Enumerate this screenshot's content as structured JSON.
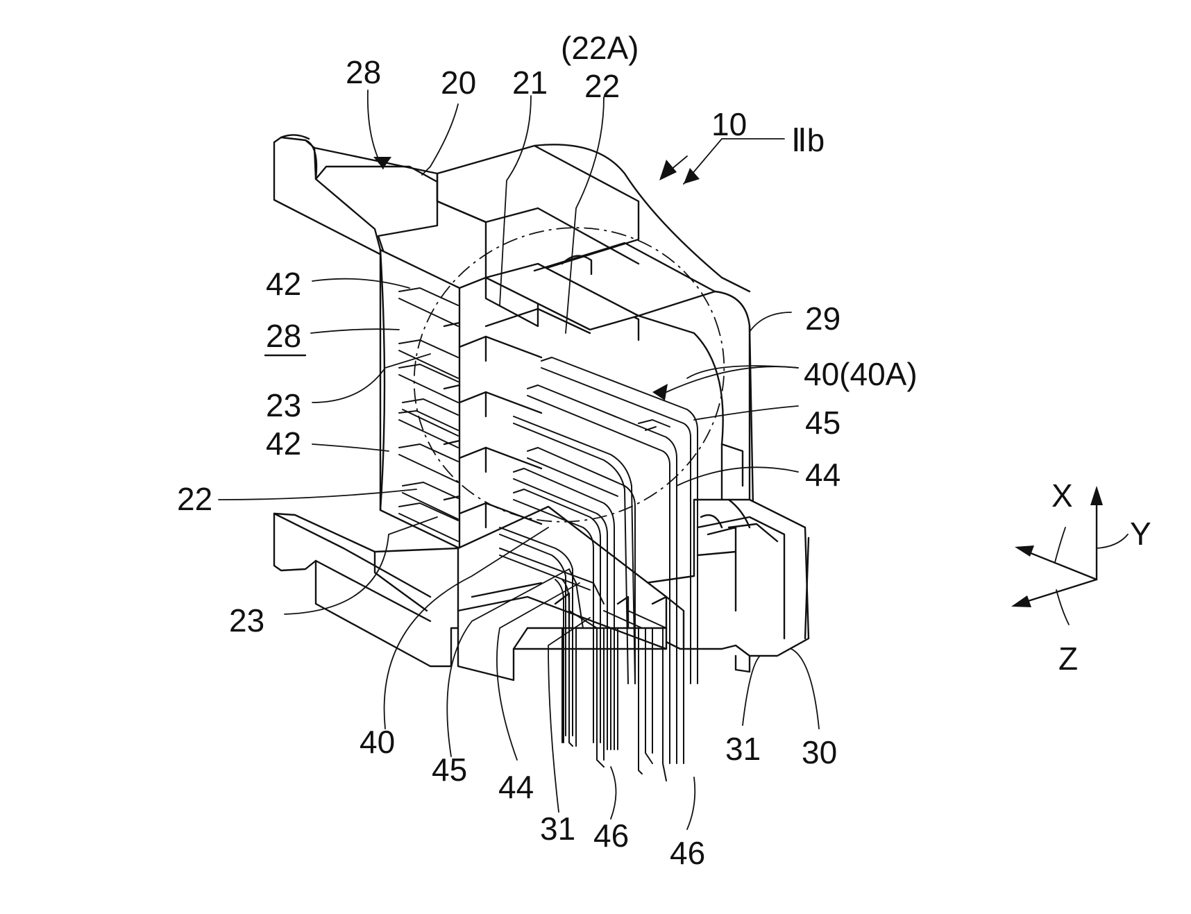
{
  "figure": {
    "labels": {
      "l28_top": "28",
      "l20": "20",
      "l21": "21",
      "l22A": "(22A)",
      "l22_top": "22",
      "l10": "10",
      "l2b": "Ⅱb",
      "l42_a": "42",
      "l28_under": "28",
      "l29": "29",
      "l40_40A": "40(40A)",
      "l23_a": "23",
      "l45_r": "45",
      "l42_b": "42",
      "l44_r": "44",
      "l22_left": "22",
      "l23_b": "23",
      "l40_bot": "40",
      "l45_bot": "45",
      "l44_bot": "44",
      "l31_a": "31",
      "l46_a": "46",
      "l46_b": "46",
      "l31_b": "31",
      "l30": "30"
    },
    "axes": {
      "x": "X",
      "y": "Y",
      "z": "Z"
    }
  }
}
